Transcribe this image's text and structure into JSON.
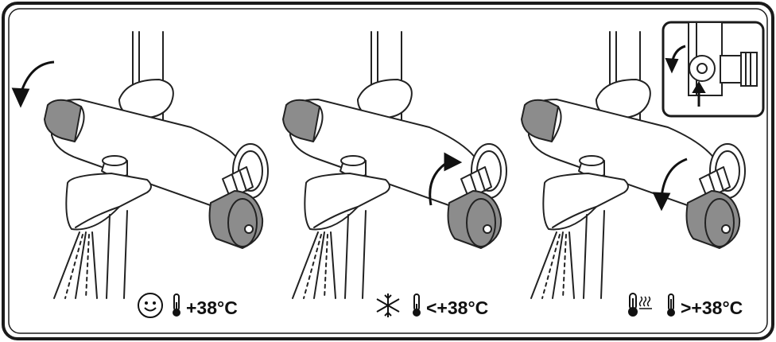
{
  "colors": {
    "ink": "#1a1a1a",
    "stroke": "#222222",
    "handle_fill": "#8c8c8c",
    "knob_fill": "#8c8c8c",
    "background": "#ffffff"
  },
  "panels": [
    {
      "label": "+38°C",
      "icon": "smiley-face-icon",
      "thermometer": "thermometer-icon"
    },
    {
      "label": "<+38°C",
      "icon": "snowflake-icon",
      "thermometer": "thermometer-icon"
    },
    {
      "label": ">+38°C",
      "icon": "hot-thermometer-icon",
      "thermometer": "thermometer-icon"
    }
  ]
}
